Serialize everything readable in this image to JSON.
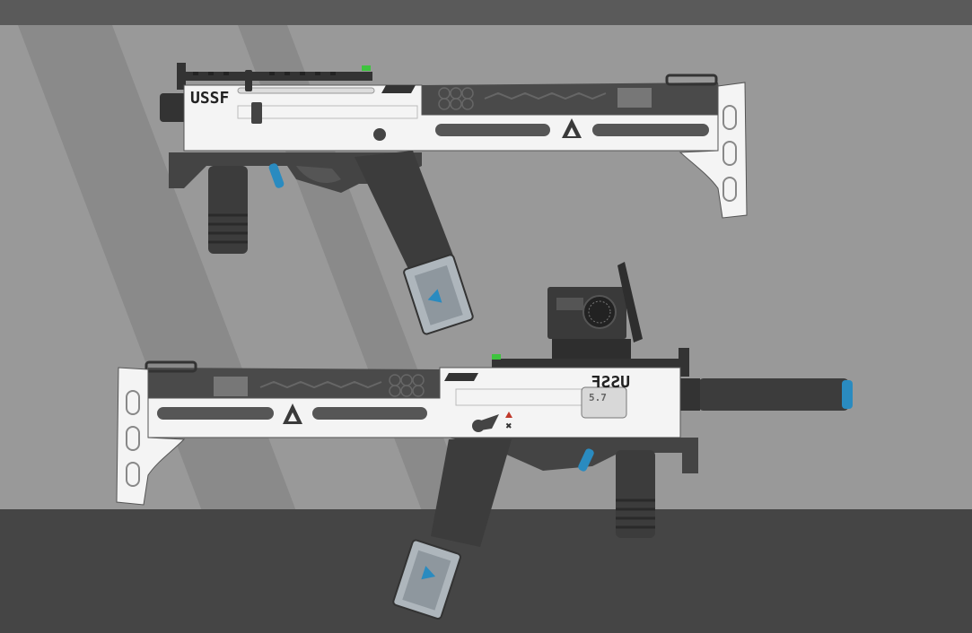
{
  "colors": {
    "top_band": "#5a5a5a",
    "background": "#999999",
    "stripe": "#8a8a8a",
    "floor": "#454545",
    "body_white": "#f4f4f4",
    "body_dark": "#4a4a4a",
    "polymer": "#3c3c3c",
    "accent_blue": "#2a8bc0",
    "sight_green": "#3ec43e"
  },
  "weapon_top": {
    "stamp": "USSF",
    "logo": "brand-triangle-logo"
  },
  "weapon_bottom": {
    "stamp": "USSF",
    "ammo_marking": "5.7",
    "logo": "brand-triangle-logo",
    "optic": "red-dot-optic"
  }
}
